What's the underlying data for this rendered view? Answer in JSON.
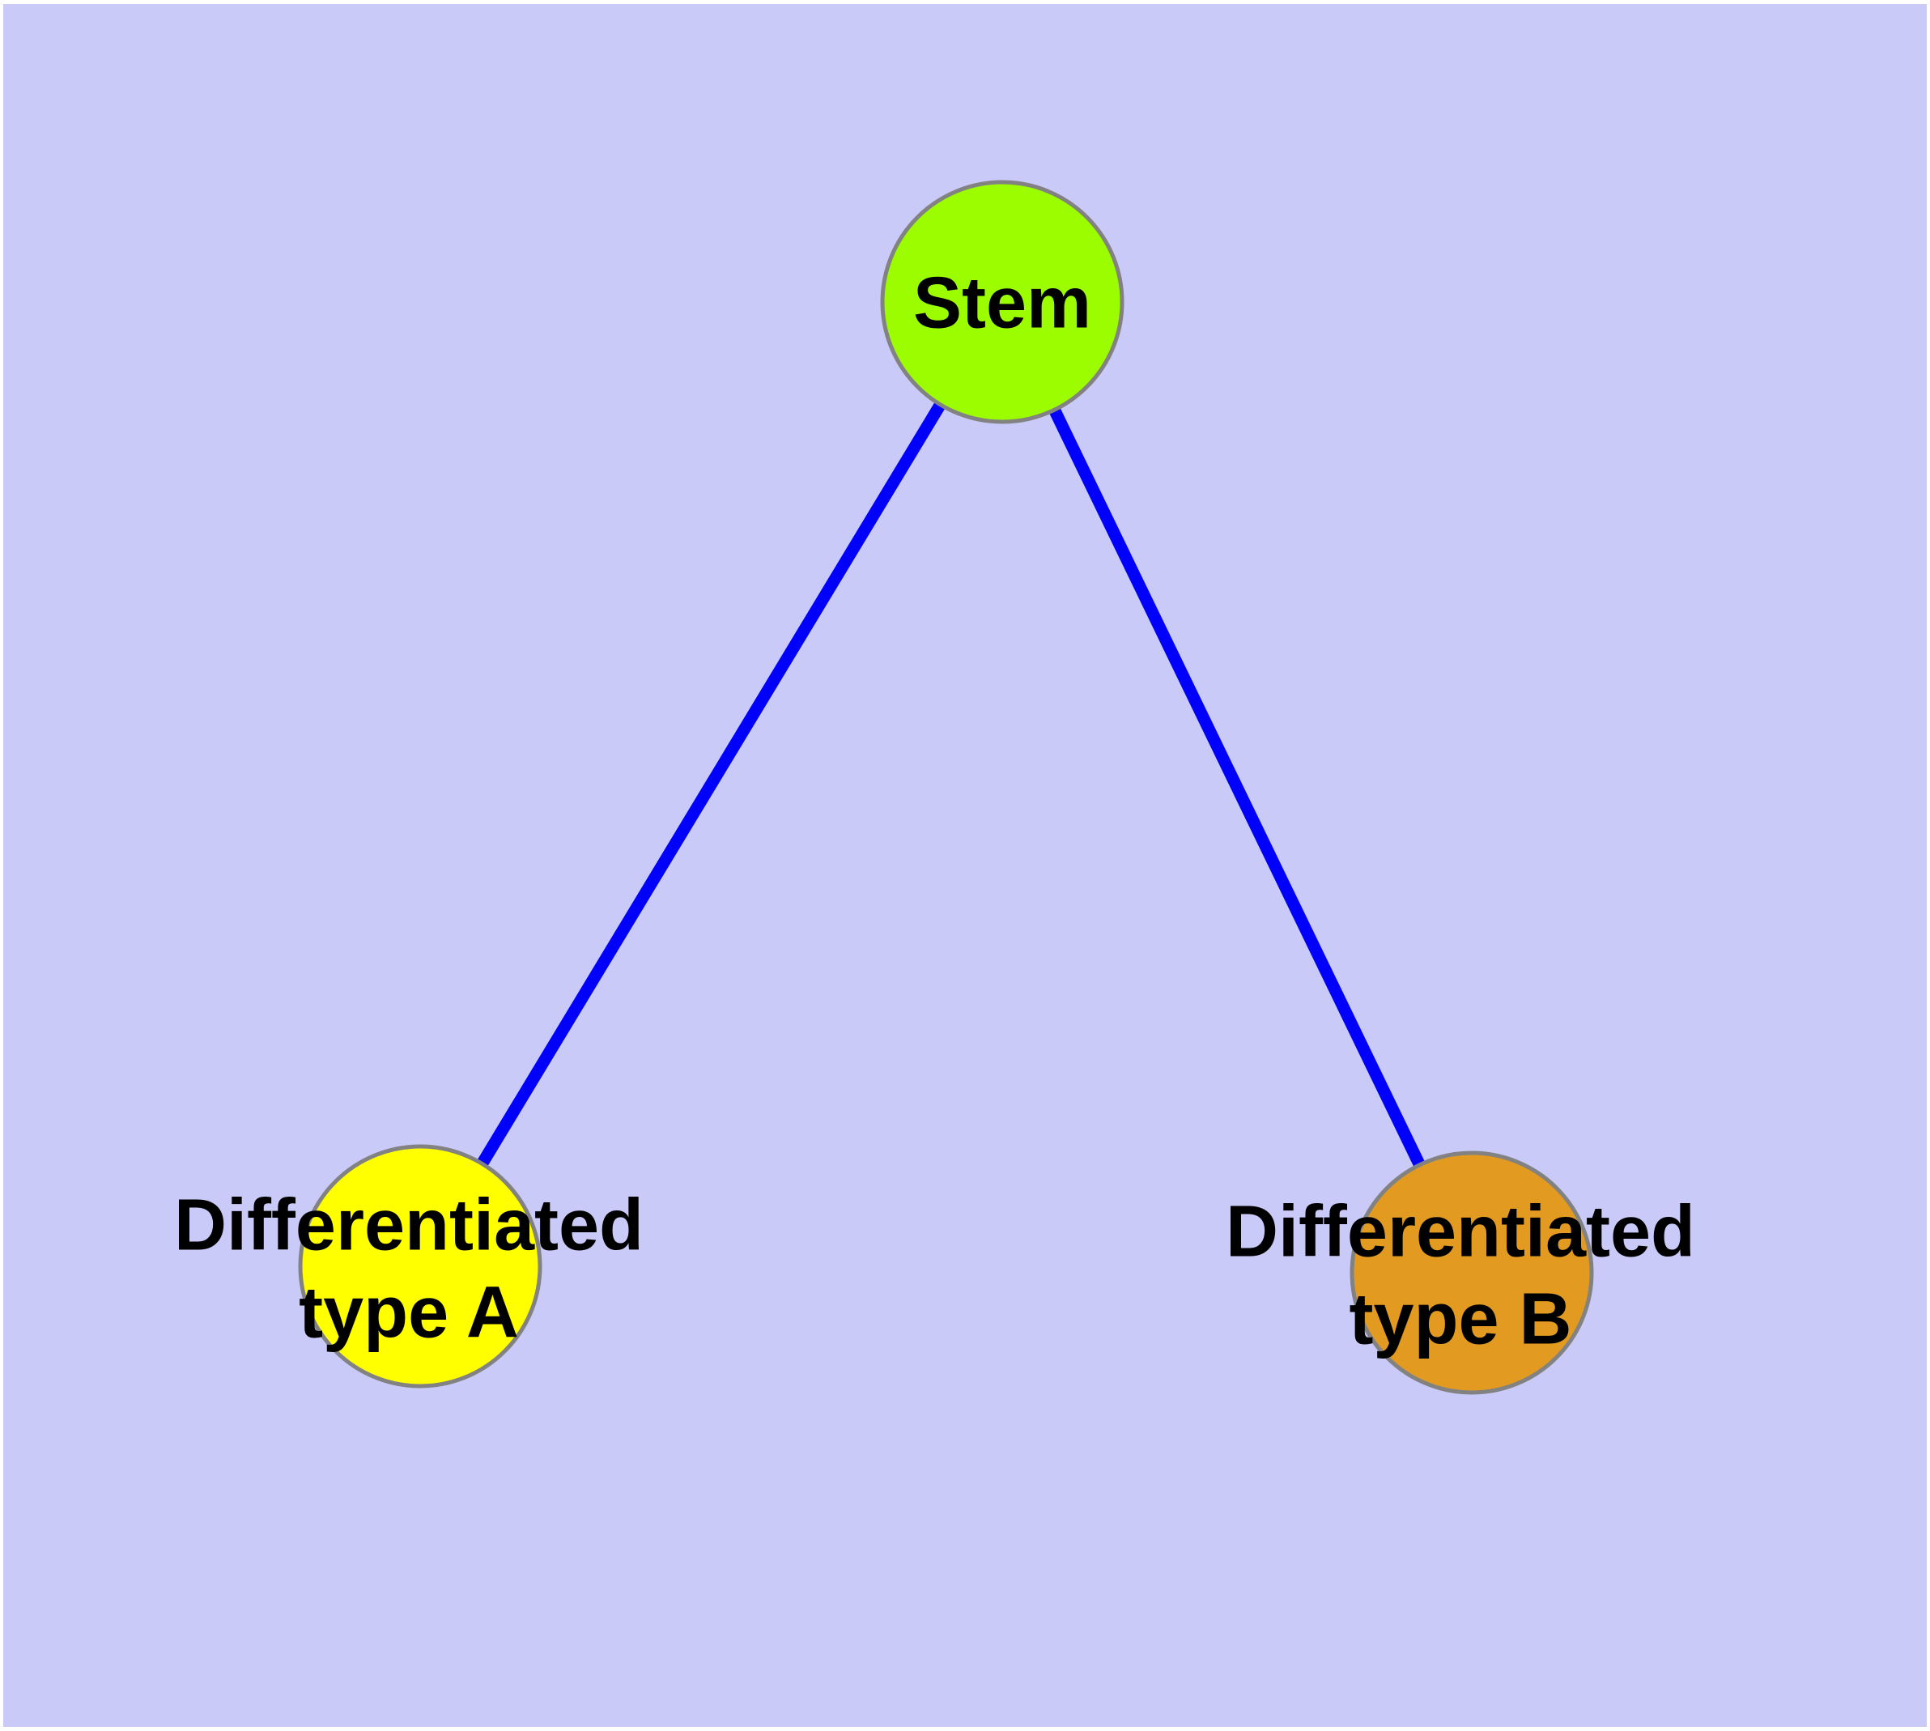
{
  "figure": {
    "type": "network-diagram",
    "background_color": "#CACAF8",
    "margin_color": "#FFFFFF",
    "edge_color": "#0000FB",
    "node_border_color": "#828282",
    "label_color": "#000000",
    "nodes": [
      {
        "id": "stem",
        "label": "Stem",
        "fill": "#9BFD00"
      },
      {
        "id": "differentiated-type-a",
        "label_line1": "Differentiated",
        "label_line2": "type A",
        "fill": "#FFFF00"
      },
      {
        "id": "differentiated-type-b",
        "label_line1": "Differentiated",
        "label_line2": "type B",
        "fill": "#E29A20"
      }
    ],
    "edges": [
      {
        "from": "Stem",
        "to": "Differentiated type A"
      },
      {
        "from": "Stem",
        "to": "Differentiated type B"
      }
    ]
  }
}
